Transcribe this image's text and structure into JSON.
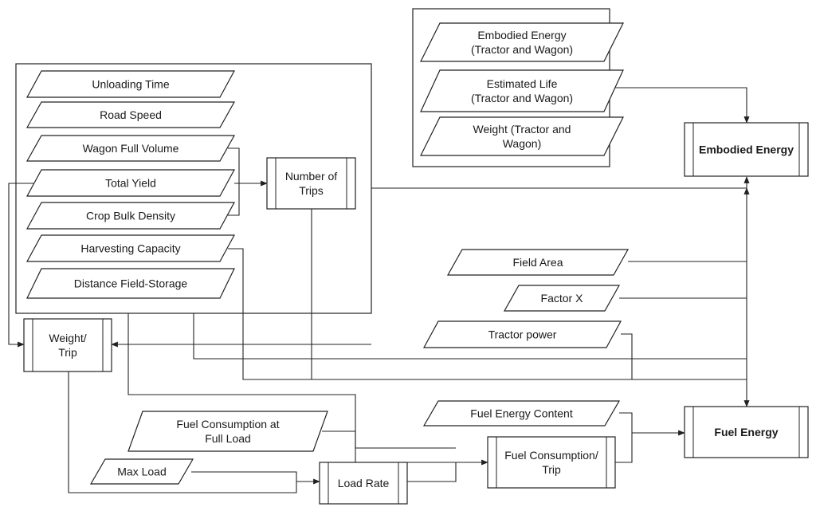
{
  "inputs_group": [
    {
      "key": "unloading_time",
      "label": "Unloading Time"
    },
    {
      "key": "road_speed",
      "label": "Road Speed"
    },
    {
      "key": "wagon_full_volume",
      "label": "Wagon Full Volume"
    },
    {
      "key": "total_yield",
      "label": "Total Yield"
    },
    {
      "key": "crop_bulk_density",
      "label": "Crop Bulk Density"
    },
    {
      "key": "harvesting_capacity",
      "label": "Harvesting Capacity"
    },
    {
      "key": "distance_field_storage",
      "label": "Distance Field-Storage"
    }
  ],
  "embodied_inputs": [
    {
      "key": "embodied_energy_tw",
      "lines": [
        "Embodied Energy",
        "(Tractor and Wagon)"
      ]
    },
    {
      "key": "estimated_life",
      "lines": [
        "Estimated Life",
        "(Tractor and Wagon)"
      ]
    },
    {
      "key": "weight_tw",
      "lines": [
        "Weight (Tractor and",
        "Wagon)"
      ]
    }
  ],
  "field_inputs": [
    {
      "key": "field_area",
      "label": "Field Area"
    },
    {
      "key": "factor_x",
      "label": "Factor X"
    },
    {
      "key": "tractor_power",
      "label": "Tractor power"
    }
  ],
  "fuel_inputs": [
    {
      "key": "fuel_energy_content",
      "lines": [
        "Fuel Energy Content"
      ]
    },
    {
      "key": "fuel_consumption_full_load",
      "lines": [
        "Fuel Consumption at",
        "Full Load"
      ]
    },
    {
      "key": "max_load",
      "lines": [
        "Max Load"
      ]
    }
  ],
  "processes": [
    {
      "key": "number_of_trips",
      "lines": [
        "Number of",
        "Trips"
      ]
    },
    {
      "key": "weight_trip",
      "lines": [
        "Weight/",
        "Trip"
      ]
    },
    {
      "key": "load_rate",
      "lines": [
        "Load Rate"
      ]
    },
    {
      "key": "fuel_consumption_trip",
      "lines": [
        "Fuel Consumption/",
        "Trip"
      ]
    }
  ],
  "outputs": [
    {
      "key": "embodied_energy",
      "label": "Embodied Energy"
    },
    {
      "key": "fuel_energy",
      "label": "Fuel Energy"
    }
  ]
}
